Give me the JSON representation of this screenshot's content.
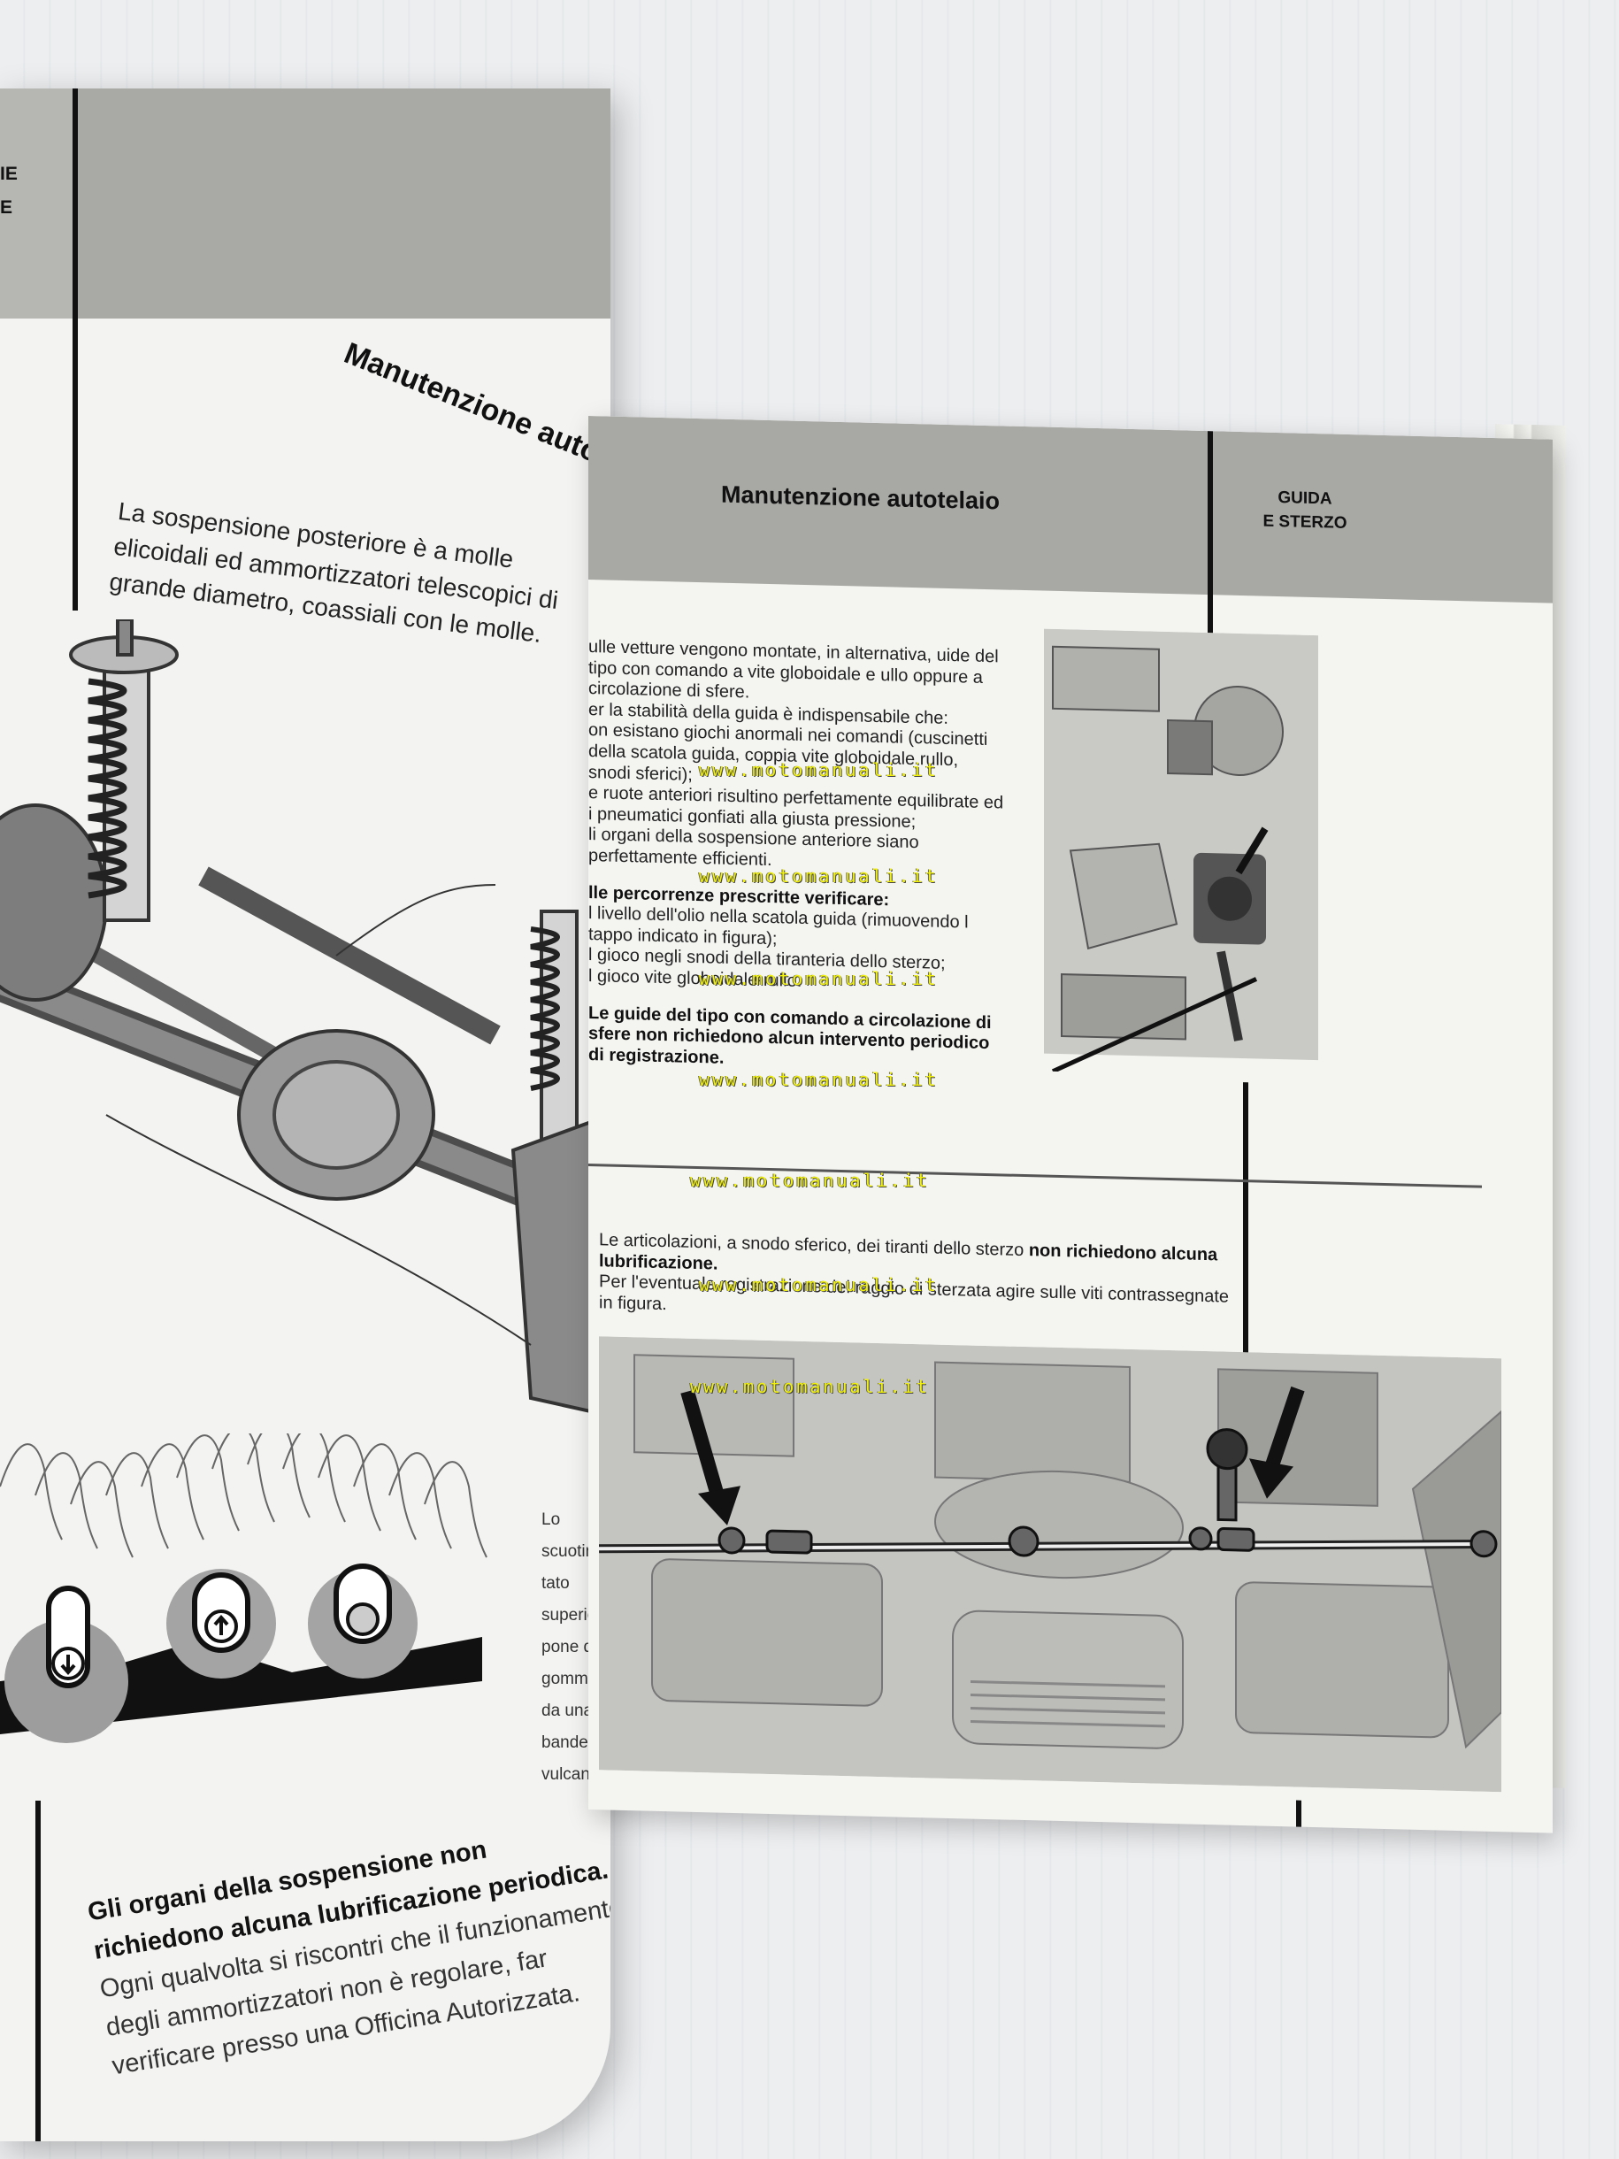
{
  "left_page": {
    "section_label": "IE\nE",
    "title": "Manutenzione auto",
    "intro": "La sospensione posteriore è a molle elicoidali ed ammortizzatori telescopici di grande diametro, coassiali con le molle.",
    "bump_caption": "Lo scuotimento\ntato superiormente\npone di gomma\nda una bandella\nvulcanizzata",
    "note_bold": "Gli organi della sospensione non richiedono alcuna lubrificazione periodica.",
    "note_rest": " Ogni qualvolta si riscontri che il funzionamento degli ammortizzatori non è regolare, far verificare presso una Officina Autorizzata."
  },
  "right_page": {
    "title": "Manutenzione autotelaio",
    "section_label_line1": "GUIDA",
    "section_label_line2": "E STERZO",
    "p1": "ulle vetture vengono montate, in alternativa, uide del tipo con comando a vite globoidale e ullo oppure a circolazione di sfere.",
    "p2": "er la stabilità della guida è indispensabile che:",
    "p3": "on esistano giochi anormali nei comandi (cuscinetti della scatola guida, coppia vite globoidale rullo, snodi sferici);",
    "p4": "e ruote anteriori risultino perfettamente equilibrate ed i pneumatici gonfiati alla giusta pressione;",
    "p5": "li organi della sospensione anteriore siano perfettamente efficienti.",
    "p6": "lle percorrenze prescritte verificare:",
    "p7": "l livello dell'olio nella scatola guida (rimuovendo l tappo indicato in figura);",
    "p8": "l gioco negli snodi della tiranteria dello sterzo;",
    "p9": "l gioco vite globoidale-rullo.",
    "p10": "Le guide del tipo con comando a circolazione di sfere non richiedono alcun intervento periodico di registrazione.",
    "p11_start": "Le articolazioni, a snodo sferico, dei tiranti dello sterzo ",
    "p11_bold": "non richiedono alcuna lubrificazione.",
    "p12": "Per l'eventuale registrazione del raggio di sterzata agire sulle viti contrassegnate in figura."
  },
  "watermark": "www.motomanuali.it",
  "colors": {
    "band_gray": "#a8a9a5",
    "page_paper": "#f4f4f1",
    "watermark_yellow": "#f2f20a",
    "rule_black": "#111111"
  }
}
